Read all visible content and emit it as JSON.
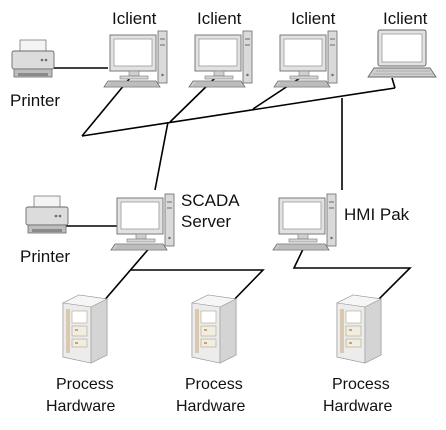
{
  "clients": [
    {
      "label": "Iclient",
      "icon": "desktop-computer-icon"
    },
    {
      "label": "Iclient",
      "icon": "desktop-computer-icon"
    },
    {
      "label": "Iclient",
      "icon": "desktop-computer-icon"
    },
    {
      "label": "Iclient",
      "icon": "laptop-icon"
    }
  ],
  "printers": [
    {
      "label": "Printer",
      "icon": "printer-icon"
    },
    {
      "label": "Printer",
      "icon": "printer-icon"
    }
  ],
  "servers": [
    {
      "label_line1": "SCADA",
      "label_line2": "Server",
      "icon": "desktop-computer-icon"
    },
    {
      "label": "HMI Pak",
      "icon": "desktop-computer-icon"
    }
  ],
  "hardware": [
    {
      "label_line1": "Process",
      "label_line2": "Hardware",
      "icon": "server-rack-icon"
    },
    {
      "label_line1": "Process",
      "label_line2": "Hardware",
      "icon": "server-rack-icon"
    },
    {
      "label_line1": "Process",
      "label_line2": "Hardware",
      "icon": "server-rack-icon"
    }
  ],
  "colors": {
    "line": "#000000",
    "device_body": "#e6e6e6",
    "device_dark": "#8a8a8a",
    "screen": "#ffffff",
    "rack_body": "#eeeeee",
    "rack_accent": "#d8c9b0"
  }
}
